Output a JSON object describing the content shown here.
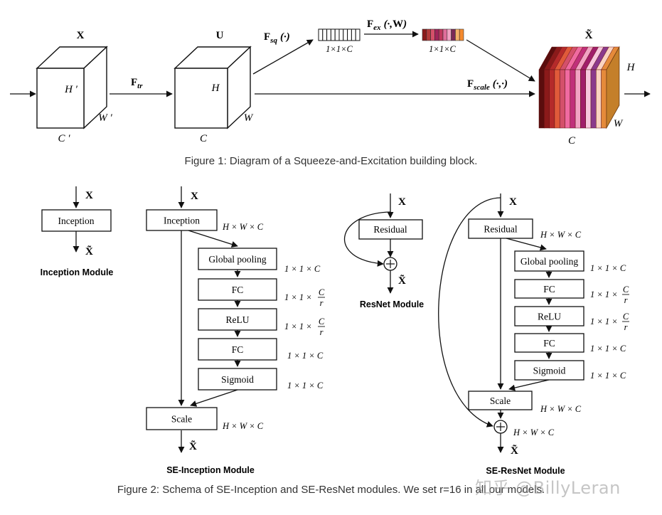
{
  "figure1": {
    "caption": "Figure 1: Diagram of a Squeeze-and-Excitation building block.",
    "input": {
      "label": "X",
      "h": "H ′",
      "w": "W ′",
      "c": "C ′"
    },
    "transform": {
      "main": "F",
      "sub": "tr"
    },
    "middle": {
      "label": "U",
      "h": "H",
      "w": "W",
      "c": "C"
    },
    "squeeze": {
      "main": "F",
      "sub": "sq",
      "args": "(·)",
      "size": "1×1×C"
    },
    "excite": {
      "main": "F",
      "sub": "ex",
      "args": "(·,",
      "argsBold": "W",
      "argsEnd": ")",
      "size": "1×1×C"
    },
    "scale": {
      "main": "F",
      "sub": "scale",
      "args": "(·,·)"
    },
    "output": {
      "label": "X̃",
      "h": "H",
      "w": "W",
      "c": "C"
    },
    "colors": {
      "excitation_bars": [
        "#8b1a1a",
        "#b33a3a",
        "#d4506a",
        "#a0245a",
        "#c0385e",
        "#e06d9a",
        "#f2a3c4",
        "#7b2a56",
        "#f5b26b",
        "#f58a2e"
      ],
      "output_slices": [
        "#5a0d0d",
        "#8b1a1a",
        "#b52a2a",
        "#e05a3a",
        "#d4506a",
        "#f06aa0",
        "#c0307a",
        "#f2a3c4",
        "#a01e6a",
        "#f7c8de",
        "#8b3a8b",
        "#fbd3c0",
        "#e58a3a"
      ],
      "cube_side": "#c47f2a"
    }
  },
  "figure2": {
    "caption": "Figure 2: Schema of SE-Inception and SE-ResNet modules. We set r=16 in all our models.",
    "watermark": "知乎 @BillyLeran",
    "input_label": "X",
    "output_label": "X̃",
    "inception": {
      "title": "Inception Module",
      "box": "Inception"
    },
    "se_inception": {
      "title": "SE-Inception Module",
      "boxes": [
        "Inception",
        "Global pooling",
        "FC",
        "ReLU",
        "FC",
        "Sigmoid",
        "Scale"
      ],
      "dims": [
        "H × W × C",
        "1 × 1 × C",
        "1 × 1 ×",
        "1 × 1 ×",
        "1 × 1 × C",
        "1 × 1 × C",
        "H × W × C"
      ],
      "frac_num": "C",
      "frac_den": "r"
    },
    "resnet": {
      "title": "ResNet Module",
      "box": "Residual"
    },
    "se_resnet": {
      "title": "SE-ResNet Module",
      "boxes": [
        "Residual",
        "Global pooling",
        "FC",
        "ReLU",
        "FC",
        "Sigmoid",
        "Scale"
      ],
      "dims": [
        "H × W × C",
        "1 × 1 × C",
        "1 × 1 ×",
        "1 × 1 ×",
        "1 × 1 × C",
        "1 × 1 × C",
        "H × W × C",
        "H × W × C"
      ],
      "frac_num": "C",
      "frac_den": "r"
    }
  }
}
